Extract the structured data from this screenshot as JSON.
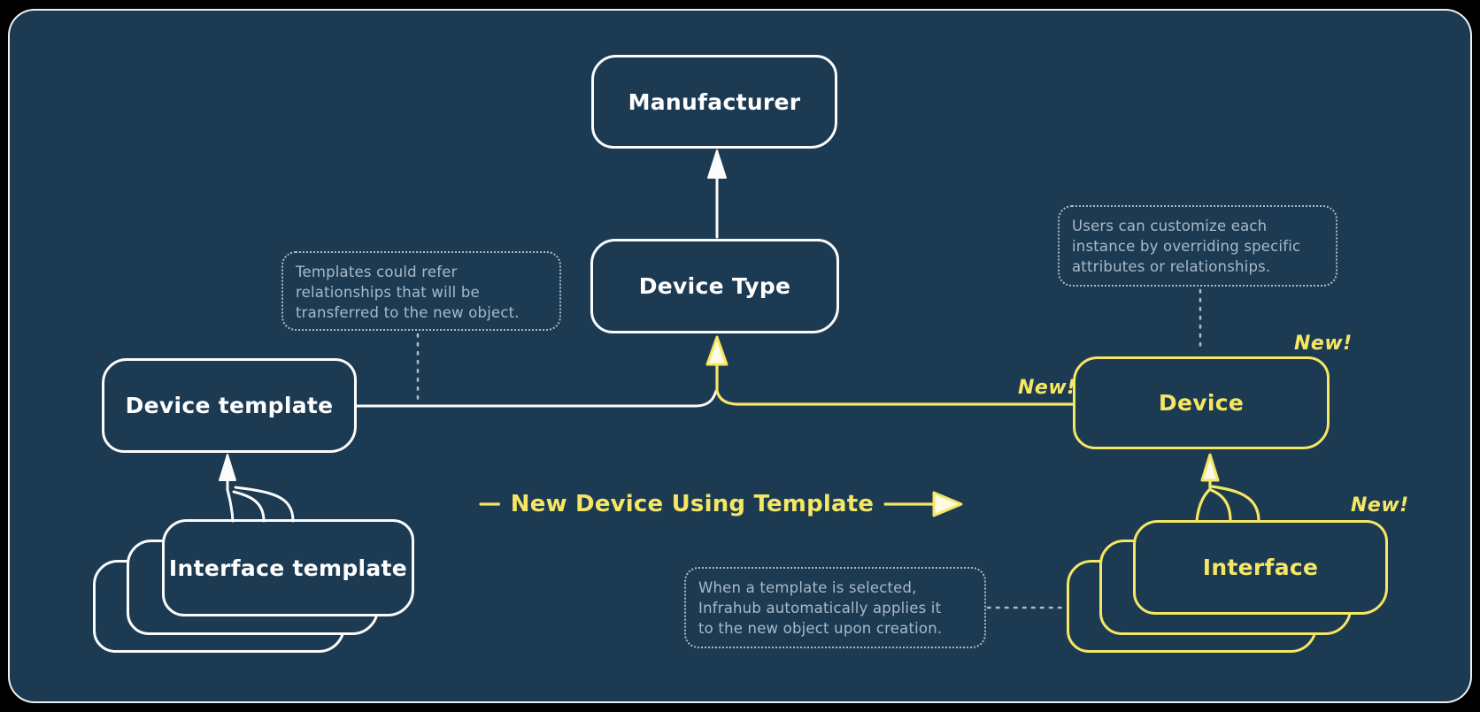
{
  "colors": {
    "background": "#1c3a52",
    "frame": "#000000",
    "white": "#fbfbfb",
    "yellow": "#f5e663",
    "note": "#a9bac8",
    "arrowhead_fill": "#fdf9e3"
  },
  "nodes": {
    "manufacturer": "Manufacturer",
    "device_type": "Device Type",
    "device_template": "Device template",
    "interface_template": "Interface template",
    "device": "Device",
    "interface": "Interface"
  },
  "badges": {
    "device_link": "New!",
    "device_top": "New!",
    "interface_top": "New!"
  },
  "flow_label": "New Device Using Template",
  "notes": {
    "templates": {
      "lines": [
        "Templates could refer",
        "relationships that will be",
        "transferred to the new object."
      ]
    },
    "customize": {
      "lines": [
        "Users can customize each",
        "instance by overriding specific",
        "attributes or relationships."
      ]
    },
    "apply": {
      "lines": [
        "When a template is selected,",
        "Infrahub automatically applies it",
        "to the new object upon creation."
      ]
    }
  }
}
